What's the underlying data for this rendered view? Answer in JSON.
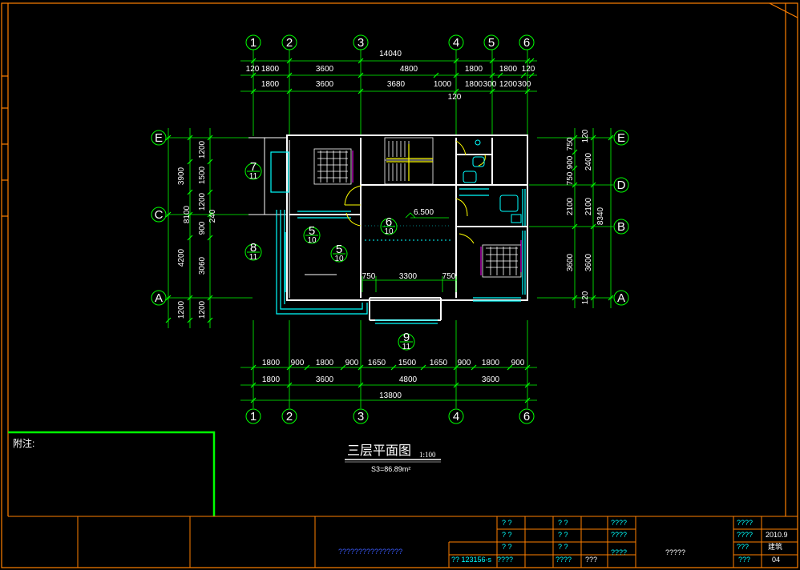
{
  "drawing": {
    "top_overall_dim": "14040",
    "top_row1": [
      "120",
      "1800",
      "3600",
      "4800",
      "1800",
      "1800",
      "120"
    ],
    "top_row2": [
      "1800",
      "3600",
      "3680",
      "1000",
      "1800",
      "300",
      "1200",
      "300"
    ],
    "top_small": "120",
    "bottom_row1": [
      "1800",
      "900",
      "1800",
      "900",
      "1650",
      "1500",
      "1650",
      "900",
      "1800",
      "900"
    ],
    "bottom_row2": [
      "1800",
      "3600",
      "4800",
      "3600"
    ],
    "bottom_overall_dim": "13800",
    "left_outer": [
      "3900",
      "8100",
      "4200",
      "1200"
    ],
    "left_inner": [
      "1200",
      "1500",
      "1200",
      "240",
      "900",
      "3060",
      "1200"
    ],
    "right_inner": [
      "750",
      "900",
      "750",
      "2100",
      "3600",
      "120",
      "120"
    ],
    "right_outer": [
      "2400",
      "2100",
      "3600",
      "8340"
    ],
    "inner_dims": [
      "750",
      "3300",
      "750"
    ],
    "grid_labels_top": [
      "1",
      "2",
      "3",
      "4",
      "5",
      "6"
    ],
    "grid_labels_bottom": [
      "1",
      "2",
      "3",
      "4",
      "5",
      "6"
    ],
    "grid_labels_left": [
      "E",
      "C",
      "A"
    ],
    "grid_labels_right": [
      "E",
      "D",
      "B",
      "A"
    ],
    "elevation": "6.500",
    "section_marks": [
      {
        "num": "7",
        "den": "11"
      },
      {
        "num": "8",
        "den": "11"
      },
      {
        "num": "5",
        "den": "10"
      },
      {
        "num": "5",
        "den": "10"
      },
      {
        "num": "6",
        "den": "10"
      },
      {
        "num": "9",
        "den": "11"
      }
    ]
  },
  "notes": {
    "label": "附注:"
  },
  "title": {
    "main": "三层平面图",
    "scale": "1:100",
    "area": "S3=86.89m²"
  },
  "title_block": {
    "q2": "? ?",
    "q4": "????",
    "q3": "???",
    "q5": "?????",
    "drawing_no": "?? 123156-s",
    "blue_text": "????????????????",
    "date": "2010.9",
    "sheet_label": "建筑",
    "sheet_no": "04"
  },
  "colors": {
    "frame": "#ff8000",
    "dims": "#00ff00",
    "walls": "#ffffff",
    "glass": "#00ffff",
    "doors": "#ffff00",
    "furniture": "#ff00ff",
    "tb_text_cyan": "#00ffff",
    "tb_text_blue": "#3a5bff"
  }
}
